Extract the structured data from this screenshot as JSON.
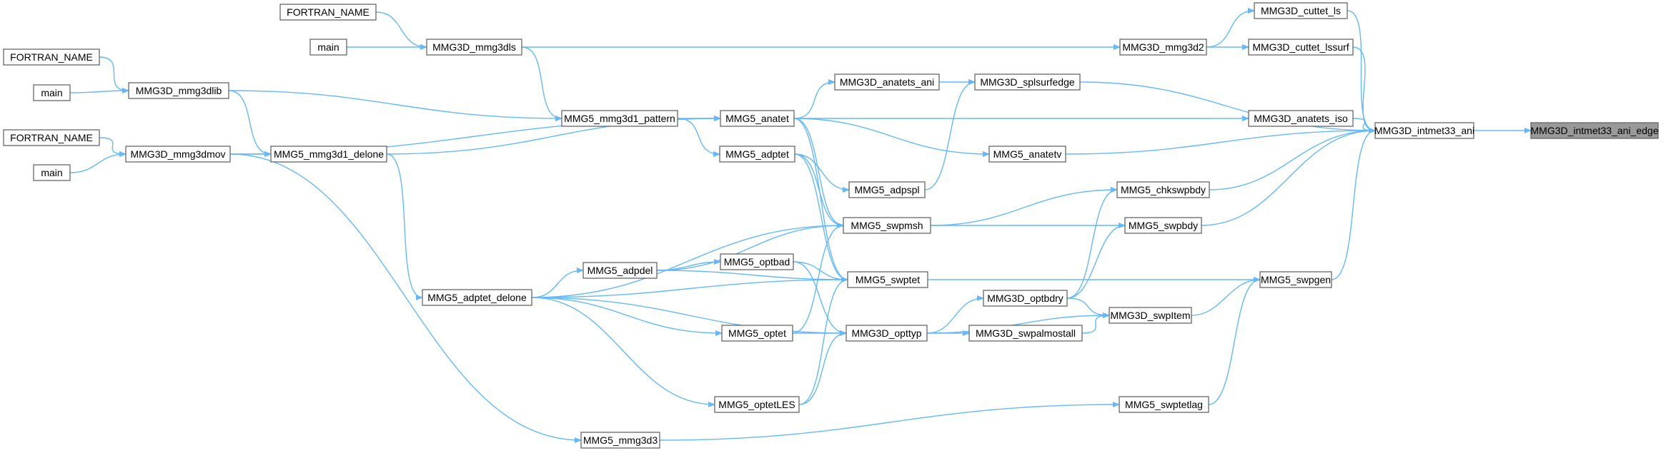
{
  "graph": {
    "title": "",
    "colors": {
      "edge": "#63b8ff",
      "node_border": "#666666",
      "highlight_fill": "#999999",
      "background": "#ffffff"
    },
    "nodes": [
      {
        "id": "target",
        "label": "MMG3D_intmet33_ani_edge",
        "highlight": true
      },
      {
        "id": "intmet",
        "label": "MMG3D_intmet33_ani"
      },
      {
        "id": "cuttet_ls",
        "label": "MMG3D_cuttet_ls"
      },
      {
        "id": "cuttet_lssurf",
        "label": "MMG3D_cuttet_lssurf"
      },
      {
        "id": "mmg3d2",
        "label": "MMG3D_mmg3d2"
      },
      {
        "id": "splsurfedge",
        "label": "MMG3D_splsurfedge"
      },
      {
        "id": "anatets_iso",
        "label": "MMG3D_anatets_iso"
      },
      {
        "id": "anatetv",
        "label": "MMG5_anatetv"
      },
      {
        "id": "chkswpbdy",
        "label": "MMG5_chkswpbdy"
      },
      {
        "id": "swpbdy",
        "label": "MMG5_swpbdy"
      },
      {
        "id": "swpgen",
        "label": "MMG5_swpgen"
      },
      {
        "id": "swpItem",
        "label": "MMG3D_swpItem"
      },
      {
        "id": "optbdry",
        "label": "MMG3D_optbdry"
      },
      {
        "id": "swpalmostall",
        "label": "MMG3D_swpalmostall"
      },
      {
        "id": "swptetlag",
        "label": "MMG5_swptetlag"
      },
      {
        "id": "anatets_ani",
        "label": "MMG3D_anatets_ani"
      },
      {
        "id": "adpspl",
        "label": "MMG5_adpspl"
      },
      {
        "id": "swpmsh",
        "label": "MMG5_swpmsh"
      },
      {
        "id": "swptet",
        "label": "MMG5_swptet"
      },
      {
        "id": "opttyp",
        "label": "MMG3D_opttyp"
      },
      {
        "id": "anatet",
        "label": "MMG5_anatet"
      },
      {
        "id": "adptet",
        "label": "MMG5_adptet"
      },
      {
        "id": "optbad",
        "label": "MMG5_optbad"
      },
      {
        "id": "optet",
        "label": "MMG5_optet"
      },
      {
        "id": "optetLES",
        "label": "MMG5_optetLES"
      },
      {
        "id": "mmg3dls",
        "label": "MMG3D_mmg3dls"
      },
      {
        "id": "pattern",
        "label": "MMG5_mmg3d1_pattern"
      },
      {
        "id": "adpdel",
        "label": "MMG5_adpdel"
      },
      {
        "id": "delone",
        "label": "MMG5_mmg3d1_delone"
      },
      {
        "id": "adptet_delone",
        "label": "MMG5_adptet_delone"
      },
      {
        "id": "mmg3d3",
        "label": "MMG5_mmg3d3"
      },
      {
        "id": "mmg3dlib",
        "label": "MMG3D_mmg3dlib"
      },
      {
        "id": "mmg3dmov",
        "label": "MMG3D_mmg3dmov"
      },
      {
        "id": "fn1",
        "label": "FORTRAN_NAME"
      },
      {
        "id": "main1",
        "label": "main"
      },
      {
        "id": "fn2",
        "label": "FORTRAN_NAME"
      },
      {
        "id": "main2",
        "label": "main"
      },
      {
        "id": "fn3",
        "label": "FORTRAN_NAME"
      },
      {
        "id": "main3",
        "label": "main"
      }
    ],
    "edges": [
      [
        "intmet",
        "target"
      ],
      [
        "cuttet_ls",
        "intmet"
      ],
      [
        "cuttet_lssurf",
        "intmet"
      ],
      [
        "splsurfedge",
        "intmet"
      ],
      [
        "anatets_iso",
        "intmet"
      ],
      [
        "anatetv",
        "intmet"
      ],
      [
        "chkswpbdy",
        "intmet"
      ],
      [
        "swpbdy",
        "intmet"
      ],
      [
        "swpgen",
        "intmet"
      ],
      [
        "mmg3d2",
        "cuttet_ls"
      ],
      [
        "mmg3d2",
        "cuttet_lssurf"
      ],
      [
        "mmg3dls",
        "mmg3d2"
      ],
      [
        "anatets_ani",
        "splsurfedge"
      ],
      [
        "adpspl",
        "splsurfedge"
      ],
      [
        "anatet",
        "anatets_ani"
      ],
      [
        "anatet",
        "anatets_iso"
      ],
      [
        "anatet",
        "anatetv"
      ],
      [
        "swpmsh",
        "chkswpbdy"
      ],
      [
        "optbdry",
        "chkswpbdy"
      ],
      [
        "swpmsh",
        "swpbdy"
      ],
      [
        "optbdry",
        "swpbdy"
      ],
      [
        "swptet",
        "swpgen"
      ],
      [
        "swpItem",
        "swpgen"
      ],
      [
        "swptetlag",
        "swpgen"
      ],
      [
        "optbdry",
        "swpItem"
      ],
      [
        "swpalmostall",
        "swpItem"
      ],
      [
        "opttyp",
        "swpItem"
      ],
      [
        "opttyp",
        "optbdry"
      ],
      [
        "opttyp",
        "swpalmostall"
      ],
      [
        "mmg3d3",
        "swptetlag"
      ],
      [
        "adptet",
        "adpspl"
      ],
      [
        "anatet",
        "swpmsh"
      ],
      [
        "adptet",
        "swpmsh"
      ],
      [
        "adpdel",
        "swpmsh"
      ],
      [
        "optet",
        "swpmsh"
      ],
      [
        "adptet_delone",
        "swpmsh"
      ],
      [
        "anatet",
        "swptet"
      ],
      [
        "adptet",
        "swptet"
      ],
      [
        "adpdel",
        "swptet"
      ],
      [
        "optbad",
        "swptet"
      ],
      [
        "adptet_delone",
        "swptet"
      ],
      [
        "optetLES",
        "swptet"
      ],
      [
        "optbad",
        "opttyp"
      ],
      [
        "optet",
        "opttyp"
      ],
      [
        "optetLES",
        "opttyp"
      ],
      [
        "adptet_delone",
        "opttyp"
      ],
      [
        "pattern",
        "anatet"
      ],
      [
        "delone",
        "anatet"
      ],
      [
        "pattern",
        "adptet"
      ],
      [
        "mmg3dmov",
        "anatet"
      ],
      [
        "adpdel",
        "optbad"
      ],
      [
        "adptet_delone",
        "adpdel"
      ],
      [
        "adptet_delone",
        "optet"
      ],
      [
        "adptet_delone",
        "optetLES"
      ],
      [
        "mmg3dls",
        "pattern"
      ],
      [
        "mmg3dlib",
        "pattern"
      ],
      [
        "mmg3dlib",
        "delone"
      ],
      [
        "mmg3dmov",
        "delone"
      ],
      [
        "delone",
        "adptet_delone"
      ],
      [
        "mmg3dmov",
        "mmg3d3"
      ],
      [
        "fn1",
        "mmg3dls"
      ],
      [
        "main1",
        "mmg3dls"
      ],
      [
        "fn2",
        "mmg3dlib"
      ],
      [
        "main2",
        "mmg3dlib"
      ],
      [
        "fn3",
        "mmg3dmov"
      ],
      [
        "main3",
        "mmg3dmov"
      ]
    ]
  }
}
